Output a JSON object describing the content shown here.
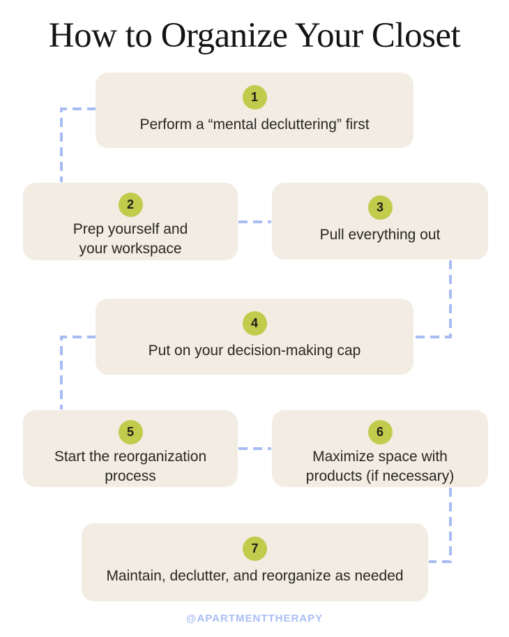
{
  "title": "How to Organize Your Closet",
  "steps": [
    {
      "number": "1",
      "label": "Perform a “mental decluttering” first"
    },
    {
      "number": "2",
      "label": "Prep yourself and\nyour workspace"
    },
    {
      "number": "3",
      "label": "Pull everything out"
    },
    {
      "number": "4",
      "label": "Put on your decision-making cap"
    },
    {
      "number": "5",
      "label": "Start the reorganization\nprocess"
    },
    {
      "number": "6",
      "label": "Maximize space with\nproducts (if necessary)"
    },
    {
      "number": "7",
      "label": "Maintain, declutter, and reorganize as needed"
    }
  ],
  "footer": "@APARTMENTTHERAPY",
  "colors": {
    "background": "#ffffff",
    "card_fill": "#f2ece3",
    "badge_fill": "#c2cb4b",
    "badge_text": "#20201a",
    "connector": "#a6bcf3",
    "title_text": "#141414",
    "step_text": "#272722",
    "footer_text": "#a9bef5"
  }
}
